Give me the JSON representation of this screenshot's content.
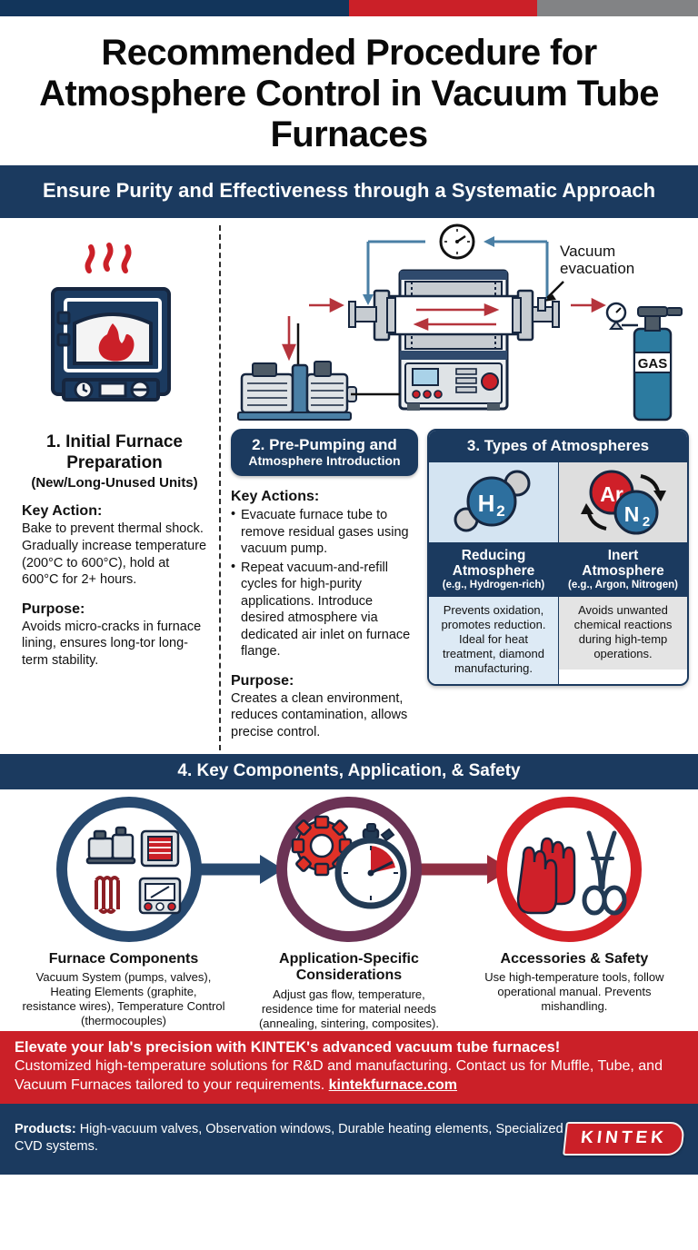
{
  "topbar": {
    "colors": [
      "#12355b",
      "#cb2028",
      "#828385"
    ]
  },
  "title": "Recommended Procedure for Atmosphere Control in Vacuum Tube Furnaces",
  "subtitle": "Ensure Purity and Effectiveness through a Systematic Approach",
  "diagram": {
    "vacuum_label": "Vacuum evacuation",
    "gas_label": "GAS"
  },
  "steps": {
    "step1": {
      "heading": "1. Initial Furnace Preparation",
      "subheading": "(New/Long-Unused Units)",
      "key_action_label": "Key Action:",
      "key_action_text": "Bake to prevent thermal shock. Gradually increase temperature (200°C to 600°C), hold at 600°C for 2+ hours.",
      "purpose_label": "Purpose:",
      "purpose_text": "Avoids micro-cracks in furnace lining, ensures long-tor long-term stability."
    },
    "step2": {
      "heading_line1": "2. Pre-Pumping and",
      "heading_line2": "Atmosphere Introduction",
      "key_actions_label": "Key Actions:",
      "bullets": [
        "Evacuate furnace tube to remove residual gases using vacuum pump.",
        "Repeat vacuum-and-refill cycles for high-purity applications. Introduce desired atmosphere via dedicated air inlet on furnace flange."
      ],
      "purpose_label": "Purpose:",
      "purpose_text": "Creates a clean environment, reduces contamination, allows precise control."
    },
    "step3": {
      "heading": "3. Types of Atmospheres",
      "cells": [
        {
          "molecule": "H",
          "molecule_sub": "2",
          "name_line1": "Reducing",
          "name_line2": "Atmosphere",
          "example": "(e.g., Hydrogen-rich)",
          "description": "Prevents oxidation, promotes reduction. Ideal for heat treatment, diamond manufacturing."
        },
        {
          "molecule_a": "Ar",
          "molecule_b": "N",
          "molecule_b_sub": "2",
          "name_line1": "Inert",
          "name_line2": "Atmosphere",
          "example": "(e.g., Argon, Nitrogen)",
          "description": "Avoids unwanted chemical reactions during high-temp operations."
        }
      ]
    },
    "step4": {
      "heading": "4. Key Components, Application, & Safety",
      "items": [
        {
          "title": "Furnace Components",
          "text": "Vacuum System (pumps, valves), Heating Elements (graphite, resistance wires), Temperature Control (thermocouples)"
        },
        {
          "title": "Application-Specific Considerations",
          "text": "Adjust gas flow, temperature, residence time for material needs (annealing, sintering, composites)."
        },
        {
          "title": "Accessories & Safety",
          "text": "Use high-temperature tools, follow operational manual. Prevents mishandling."
        }
      ]
    }
  },
  "cta": {
    "line1": "Elevate your lab's precision with KINTEK's advanced vacuum tube furnaces!",
    "line2": "Customized high-temperature solutions for R&D and manufacturing. Contact us for Muffle, Tube, and Vacuum Furnaces tailored to your requirements. ",
    "link": "kintekfurnace.com"
  },
  "footer": {
    "products_label": "Products:",
    "products_text": " High-vacuum valves, Observation windows, Durable heating elements, Specialized CVD systems.",
    "logo": "KINTEK"
  }
}
